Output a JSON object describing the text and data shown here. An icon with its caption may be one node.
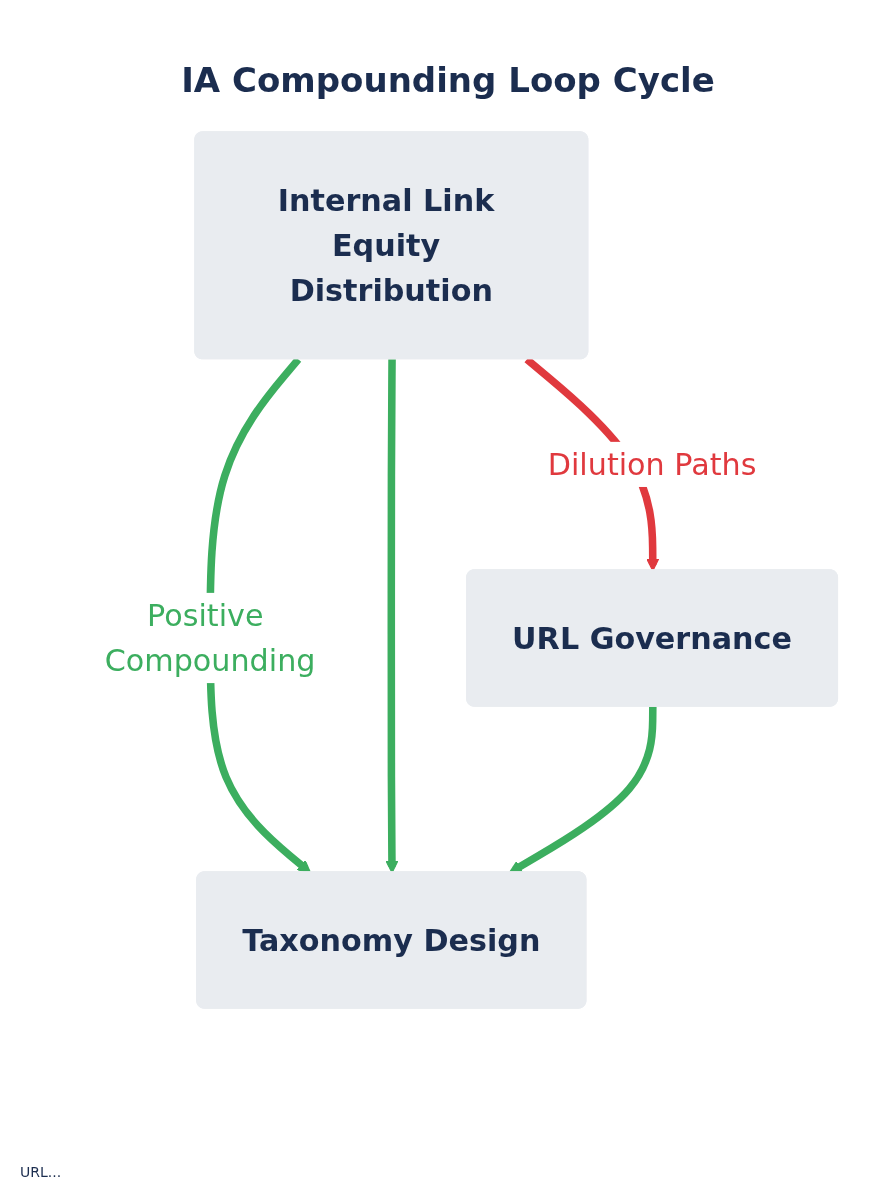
{
  "diagram": {
    "title": "IA Compounding Loop Cycle",
    "nodes": [
      {
        "text": [
          "Taxonomy Design"
        ]
      },
      {
        "text": [
          "Internal Link Equity Distribution"
        ]
      },
      {
        "text": [
          "URL Governance"
        ]
      }
    ],
    "edges": [
      {
        "from": 1,
        "to": 0,
        "arrow": "to",
        "label": "Positive Compounding"
      },
      {
        "from": 1,
        "to": 2,
        "arrow": "to",
        "label": "Dilution Paths",
        "color": "#e0393e"
      },
      {
        "from": 1,
        "to": 0,
        "arrow": "to"
      },
      {
        "from": 2,
        "to": 0,
        "arrow": "to"
      }
    ],
    "labels": [
      "URL..."
    ]
  }
}
